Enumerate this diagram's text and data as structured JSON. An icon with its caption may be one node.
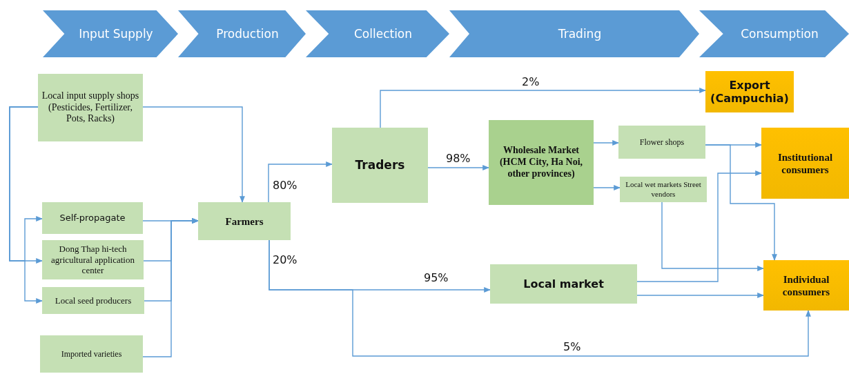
{
  "diagram": {
    "nodes": [
      {
        "text": [
          "Input Supply"
        ]
      },
      {
        "text": [
          "Production"
        ]
      },
      {
        "text": [
          "Collection"
        ]
      },
      {
        "text": [
          "Trading"
        ]
      },
      {
        "text": [
          "Consumption"
        ]
      },
      {
        "text": [
          "Local input supply shops (Pesticides, Fertilizer, Pots, Racks)"
        ]
      },
      {
        "text": [
          "Self-propagate"
        ]
      },
      {
        "text": [
          "Dong Thap hi-tech agricultural application center"
        ]
      },
      {
        "text": [
          "Local seed producers"
        ]
      },
      {
        "text": [
          "Imported varieties"
        ]
      },
      {
        "text": [
          "Farmers"
        ]
      },
      {
        "text": [
          "Traders"
        ]
      },
      {
        "text": [
          "Wholesale Market (HCM City, Ha Noi, other provinces)"
        ]
      },
      {
        "text": [
          "Flower shops"
        ]
      },
      {
        "text": [
          "Local wet markets Street vendors"
        ]
      },
      {
        "text": [
          "Local market"
        ]
      },
      {
        "text": [
          "Export (Campuchia)"
        ]
      },
      {
        "text": [
          "Institutional consumers"
        ]
      },
      {
        "text": [
          "Individual consumers"
        ]
      }
    ],
    "edges": [
      {
        "from": 5,
        "to": 10,
        "arrow": "to"
      },
      {
        "from": 5,
        "to": 6,
        "arrow": "to"
      },
      {
        "from": 5,
        "to": 7,
        "arrow": "to"
      },
      {
        "from": 5,
        "to": 8,
        "arrow": "to"
      },
      {
        "from": 6,
        "to": 10,
        "arrow": "to"
      },
      {
        "from": 7,
        "to": 10,
        "arrow": "to"
      },
      {
        "from": 8,
        "to": 10,
        "arrow": "to"
      },
      {
        "from": 9,
        "to": 10,
        "arrow": "to"
      },
      {
        "from": 10,
        "to": 11,
        "label": "80%",
        "arrow": "to"
      },
      {
        "from": 10,
        "to": 15,
        "label": "95%",
        "arrow": "to"
      },
      {
        "from": 10,
        "to": 18,
        "label": "5%",
        "arrow": "to"
      },
      {
        "from": 11,
        "to": 16,
        "label": "2%",
        "arrow": "to"
      },
      {
        "from": 11,
        "to": 12,
        "label": "98%",
        "arrow": "to"
      },
      {
        "from": 12,
        "to": 13,
        "arrow": "to"
      },
      {
        "from": 12,
        "to": 14,
        "arrow": "to"
      },
      {
        "from": 13,
        "to": 17,
        "arrow": "to"
      },
      {
        "from": 13,
        "to": 18,
        "arrow": "to"
      },
      {
        "from": 14,
        "to": 18,
        "arrow": "to"
      },
      {
        "from": 15,
        "to": 17,
        "arrow": "to"
      },
      {
        "from": 15,
        "to": 18,
        "arrow": "to"
      }
    ],
    "labels": [
      "20%"
    ]
  }
}
